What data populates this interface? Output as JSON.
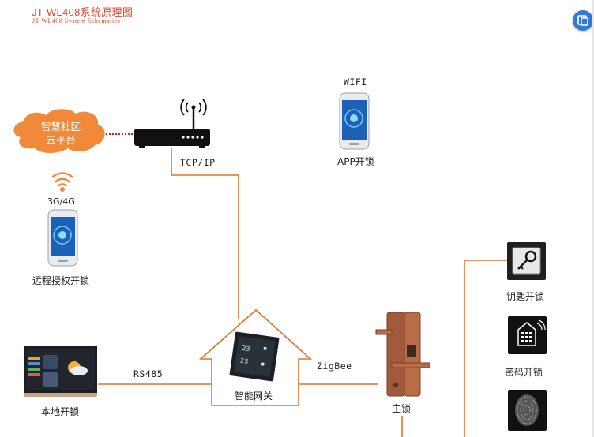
{
  "title": "JT-WL408系统原理图",
  "subtitle": "JT-WL408 System Schematics",
  "nodes": {
    "cloud": "智慧社区\n云平台",
    "cloud_line1": "智慧社区",
    "cloud_line2": "云平台",
    "wifi_label": "WIFI",
    "app_unlock": "APP开锁",
    "signal_label": "3G/4G",
    "remote_unlock": "远程授权开锁",
    "tcpip": "TCP/IP",
    "gateway": "智能网关",
    "zigbee": "ZigBee",
    "main_lock": "主锁",
    "rs485": "RS485",
    "local_unlock": "本地开锁",
    "key_unlock": "钥匙开锁",
    "password_unlock": "密码开锁"
  },
  "colors": {
    "accent": "#e2722f",
    "title": "#e0452a",
    "cloud": "#f08a3a",
    "dashed": "#d42020"
  }
}
